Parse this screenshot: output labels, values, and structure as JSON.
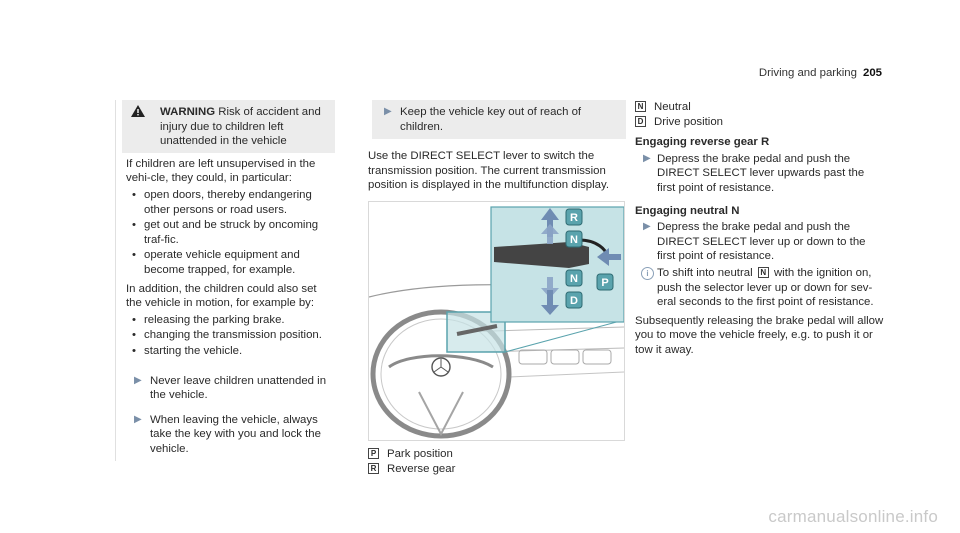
{
  "header": {
    "section": "Driving and parking",
    "page": "205"
  },
  "col1": {
    "warning": {
      "title": "WARNING",
      "text": "Risk of accident and injury due to children left unattended in the vehicle"
    },
    "intro": "If children are left unsupervised in the vehi-cle, they could, in particular:",
    "list1": [
      "open doors, thereby endangering other persons or road users.",
      "get out and be struck by oncoming traf-fic.",
      "operate vehicle equipment and become trapped, for example."
    ],
    "intro2": "In addition, the children could also set the vehicle in motion, for example by:",
    "list2": [
      "releasing the parking brake.",
      "changing the transmission position.",
      "starting the vehicle."
    ],
    "note1": "Never leave children unattended in the vehicle.",
    "note2": "When leaving the vehicle, always take the key with you and lock the vehicle."
  },
  "col2": {
    "note": "Keep the vehicle key out of reach of children.",
    "text": "Use the DIRECT SELECT lever to switch the transmission position. The current transmission position is displayed in the multifunction display.",
    "legend": [
      {
        "key": "P",
        "label": "Park position"
      },
      {
        "key": "R",
        "label": "Reverse gear"
      }
    ],
    "figure_labels": {
      "r": "R",
      "n1": "N",
      "n2": "N",
      "d": "D",
      "p": "P"
    }
  },
  "col3": {
    "legend": [
      {
        "key": "N",
        "label": "Neutral"
      },
      {
        "key": "D",
        "label": "Drive position"
      }
    ],
    "heading1": "Engaging reverse gear R",
    "step1": "Depress the brake pedal and push the DIRECT SELECT lever upwards past the first point of resistance.",
    "heading2": "Engaging neutral N",
    "step2": "Depress the brake pedal and push the DIRECT SELECT lever up or down to the first point of resistance.",
    "tip": {
      "pre": "To shift into neutral",
      "key": "N",
      "post": "with the ignition on, push the selector lever up or down for sev-eral seconds to the first point of resistance."
    },
    "para": "Subsequently releasing the brake pedal will allow you to move the vehicle freely, e.g. to push it or tow it away."
  },
  "watermark": "carmanualsonline.info",
  "colors": {
    "accent_teal": "#5aa3ad",
    "arrow_blue": "#7a8fa8",
    "note_bg": "#ececec"
  }
}
